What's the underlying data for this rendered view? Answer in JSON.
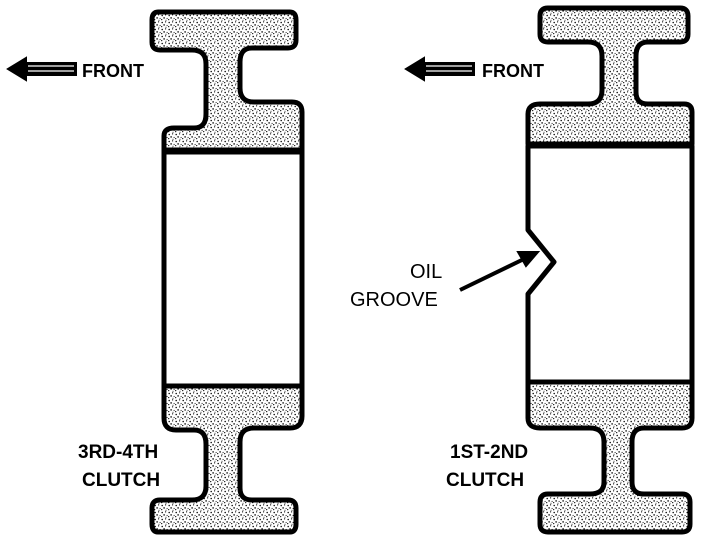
{
  "left_figure": {
    "direction_label": "FRONT",
    "part_label_line1": "3RD-4TH",
    "part_label_line2": "CLUTCH"
  },
  "right_figure": {
    "direction_label": "FRONT",
    "part_label_line1": "1ST-2ND",
    "part_label_line2": "CLUTCH",
    "callout_line1": "OIL",
    "callout_line2": "GROOVE"
  },
  "colors": {
    "ink": "#000000",
    "paper": "#ffffff"
  }
}
